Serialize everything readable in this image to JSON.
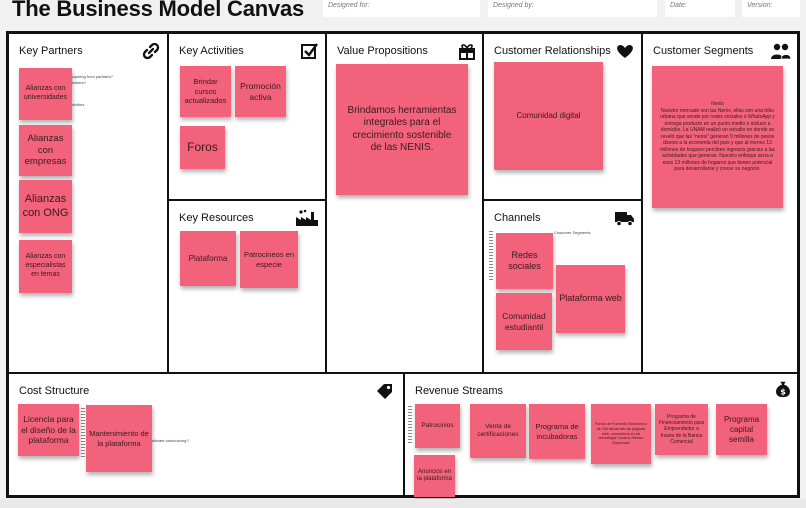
{
  "header": {
    "title": "The Business Model Canvas",
    "designed_for_label": "Designed for:",
    "designed_by_label": "Designed by:",
    "date_label": "Date:",
    "version_label": "Version:"
  },
  "colors": {
    "note": "#f2627a",
    "note_text": "#3a1a20",
    "border": "#111111"
  },
  "blocks": {
    "key_partners": {
      "title": "Key Partners",
      "icon": "link-icon",
      "tiny_labels": [
        "Acquiring from partners?",
        "partners?",
        "activities"
      ],
      "notes": [
        "Alianzas con universidades",
        "Alianzas con empresas",
        "Alianzas con ONG",
        "Alianzas con especialistas en temas"
      ]
    },
    "key_activities": {
      "title": "Key Activities",
      "icon": "checkbox-icon",
      "notes": [
        "Brindar cursos actualizados",
        "Promoción activa",
        "Foros"
      ]
    },
    "key_resources": {
      "title": "Key Resources",
      "icon": "factory-icon",
      "notes": [
        "Plataforma",
        "Patrocineos en especie"
      ]
    },
    "value_propositions": {
      "title": "Value Propositions",
      "icon": "gift-icon",
      "notes": [
        "Brindamos herramientas integrales para el crecimiento sostenible de las NENIS."
      ]
    },
    "customer_relationships": {
      "title": "Customer Relationships",
      "icon": "heart-icon",
      "notes": [
        "Comunidad digital"
      ]
    },
    "channels": {
      "title": "Channels",
      "icon": "truck-icon",
      "tiny_labels": [
        "Customer Segments"
      ],
      "notes": [
        "Redes sociales",
        "Plataforma web",
        "Comunidad estudiantil"
      ]
    },
    "customer_segments": {
      "title": "Customer Segments",
      "icon": "people-icon",
      "notes": [
        "Nenis\nNuestro mercado son las Nenis, ellas son una tribu urbana que vende por redes sociales o WhatsApp y entrega producto en un punto medio o incluso a domicilio. La UNAM realizó un estudio en donde se reveló que las \"nenis\" generan 9 millones de pesos diarios a la economía del país y que al menos 13 millones de hogares perciben ingresos gracias a las actividades que generan. Nuestro enfoque sería a esos 13 millones de hogares que tienen potencial para desarrollarse y crecer su negocio."
      ]
    },
    "cost_structure": {
      "title": "Cost Structure",
      "icon": "tag-icon",
      "tiny_labels": [
        "Estimate outsourcing?"
      ],
      "notes": [
        "Licencia para el diseño de la plataforma",
        "Mantenimiento de la plataforma"
      ]
    },
    "revenue_streams": {
      "title": "Revenue Streams",
      "icon": "money-bag-icon",
      "notes": [
        "Patrocinios",
        "Venta de certificaciones",
        "Programa de incubadoras",
        "Fondo de Fomento Electrónico de Gel desarrollo de páginas web, consultoría en tal tecnología Centros México Empresas",
        "Programa de Financiamiento para Emprendedor a través de la Banca Comercial",
        "Programa capital semilla",
        "Anuncios en la plataforma"
      ]
    }
  }
}
